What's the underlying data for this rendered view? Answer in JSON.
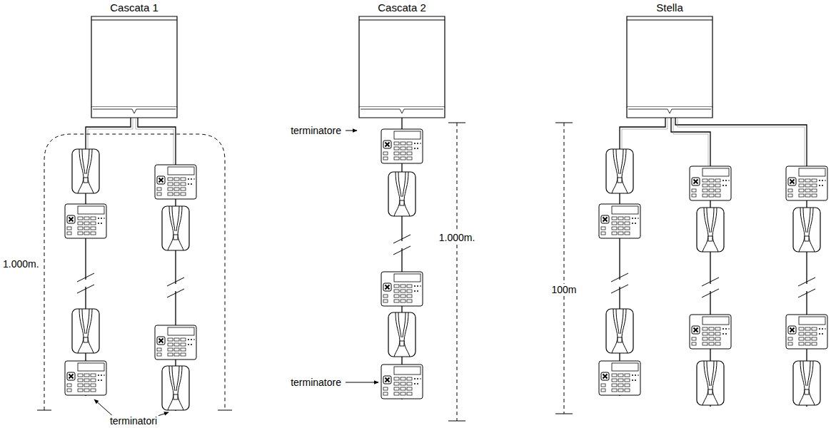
{
  "diagram": {
    "nodes": [
      {
        "text": [
          "Cascata 1"
        ]
      },
      {
        "text": [
          "Cascata  2"
        ]
      },
      {
        "text": [
          "Stella"
        ]
      }
    ],
    "labels": [
      "terminatori",
      "terminatore",
      "terminatore",
      "1.000m.",
      "1.000m.",
      "100m"
    ]
  }
}
